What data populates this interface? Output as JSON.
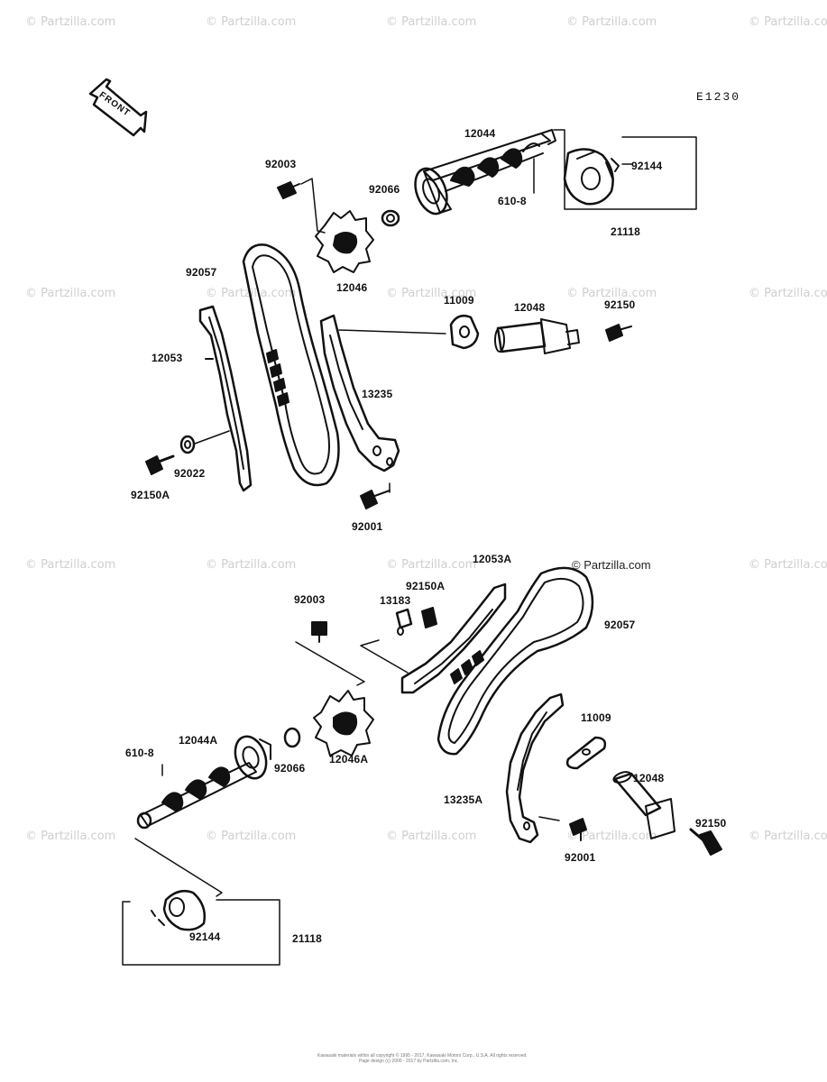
{
  "diagram_code": "E1230",
  "front_label": "FRONT",
  "partzilla_mark": "© Partzilla.com",
  "watermark": "© Partzilla.com",
  "copyright": {
    "line1": "Kawasaki materials within all copyright © 1995 - 2017, Kawasaki Motors Corp., U.S.A. All rights reserved.",
    "line2": "Page design (c) 2000 - 2017 by Partzilla.com, Inc."
  },
  "parts": {
    "p12044": "12044",
    "p92003a": "92003",
    "p92066a": "92066",
    "p610a": "610-8",
    "p92144a": "92144",
    "p21118a": "21118",
    "p92057a": "92057",
    "p12046": "12046",
    "p11009a": "11009",
    "p12048a": "12048",
    "p92150a": "92150",
    "p12053": "12053",
    "p13235": "13235",
    "p92022": "92022",
    "p92150A_1": "92150A",
    "p92001a": "92001",
    "p12053A": "12053A",
    "p92150A_2": "92150A",
    "p13183": "13183",
    "p92003b": "92003",
    "p92057b": "92057",
    "p610b": "610-8",
    "p12044A": "12044A",
    "p92066b": "92066",
    "p12046A": "12046A",
    "p11009b": "11009",
    "p12048b": "12048",
    "p13235A": "13235A",
    "p92150b": "92150",
    "p92001b": "92001",
    "p92144b": "92144",
    "p21118b": "21118"
  }
}
